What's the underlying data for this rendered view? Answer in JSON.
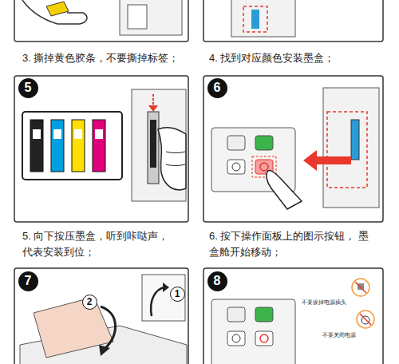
{
  "diagram": {
    "nodes": [
      {
        "text": [
          "5"
        ]
      },
      {
        "text": [
          "6"
        ]
      },
      {
        "text": [
          "7"
        ]
      },
      {
        "text": [
          "2"
        ]
      },
      {
        "text": [
          "1"
        ]
      },
      {
        "text": [
          "8"
        ]
      }
    ],
    "labels": [
      "3. 撕掉黄色胶条，不要撕掉标签；",
      "4. 找到对应颜色安装墨盒；",
      "5. 向下按压墨盒，听到咔哒声， 代表安装到位；",
      "6. 按下操作面板上的图示按钮， 墨盒舱开始移动；",
      "不要拔掉电源插头",
      "不要关闭电源"
    ]
  }
}
